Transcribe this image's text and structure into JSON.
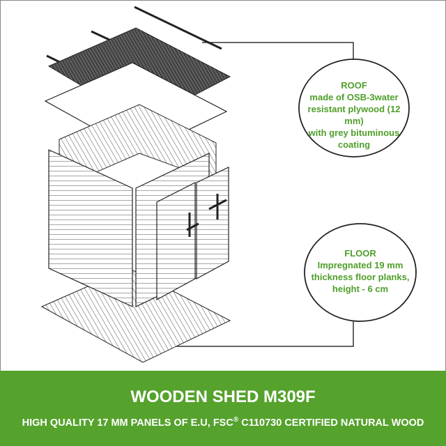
{
  "callouts": {
    "roof": {
      "title": "ROOF",
      "lines": [
        "made of OSB-3water",
        "resistant plywood (12 mm)",
        "with grey bituminous",
        "coating"
      ]
    },
    "floor": {
      "title": "FLOOR",
      "lines": [
        "Impregnated 19 mm",
        "thickness floor planks,",
        "height - 6 cm"
      ]
    }
  },
  "banner": {
    "title": "WOODEN SHED M309F",
    "subtitle_pre": "HIGH QUALITY 17 MM PANELS OF E.U, FSC",
    "subtitle_mark": "®",
    "subtitle_post": " C110730 CERTIFIED NATURAL WOOD"
  },
  "colors": {
    "accent": "#55a22d",
    "callout_text": "#4f9e2a",
    "roof": "#3a3a3a"
  }
}
